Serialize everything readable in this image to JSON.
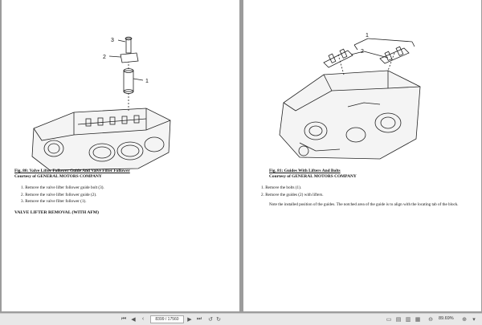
{
  "left_page": {
    "callouts": [
      "3",
      "2",
      "1"
    ],
    "figure_title": "Fig. 80: Valve Lifter Follower Guide And Valve Filter Follower",
    "figure_credit": "Courtesy of GENERAL MOTORS COMPANY",
    "steps": [
      "1.   Remove the valve lifter follower guide bolt (3).",
      "2.   Remove the valve lifter follower guide (2).",
      "3.   Remove the valve filter follower (1)."
    ],
    "section_heading": "VALVE LIFTER REMOVAL (WITH AFM)"
  },
  "right_page": {
    "callouts": [
      "1",
      "2"
    ],
    "figure_title": "Fig. 81: Guides With Lifters And Bolts",
    "figure_credit": "Courtesy of GENERAL MOTORS COMPANY",
    "steps": [
      "1.   Remove the bolts (1).",
      "2.   Remove the guides (2) with lifters."
    ],
    "note": "Note the installed position of the guides. The notched area of the guide is to align with the locating tab of the block."
  },
  "toolbar": {
    "page_indicator": "8399 / 17560",
    "zoom": "89.69%"
  },
  "colors": {
    "viewer_bg": "#9c9c9c",
    "page_bg": "#ffffff",
    "toolbar_bg": "#e8e8e8",
    "line_art": "#222222"
  }
}
